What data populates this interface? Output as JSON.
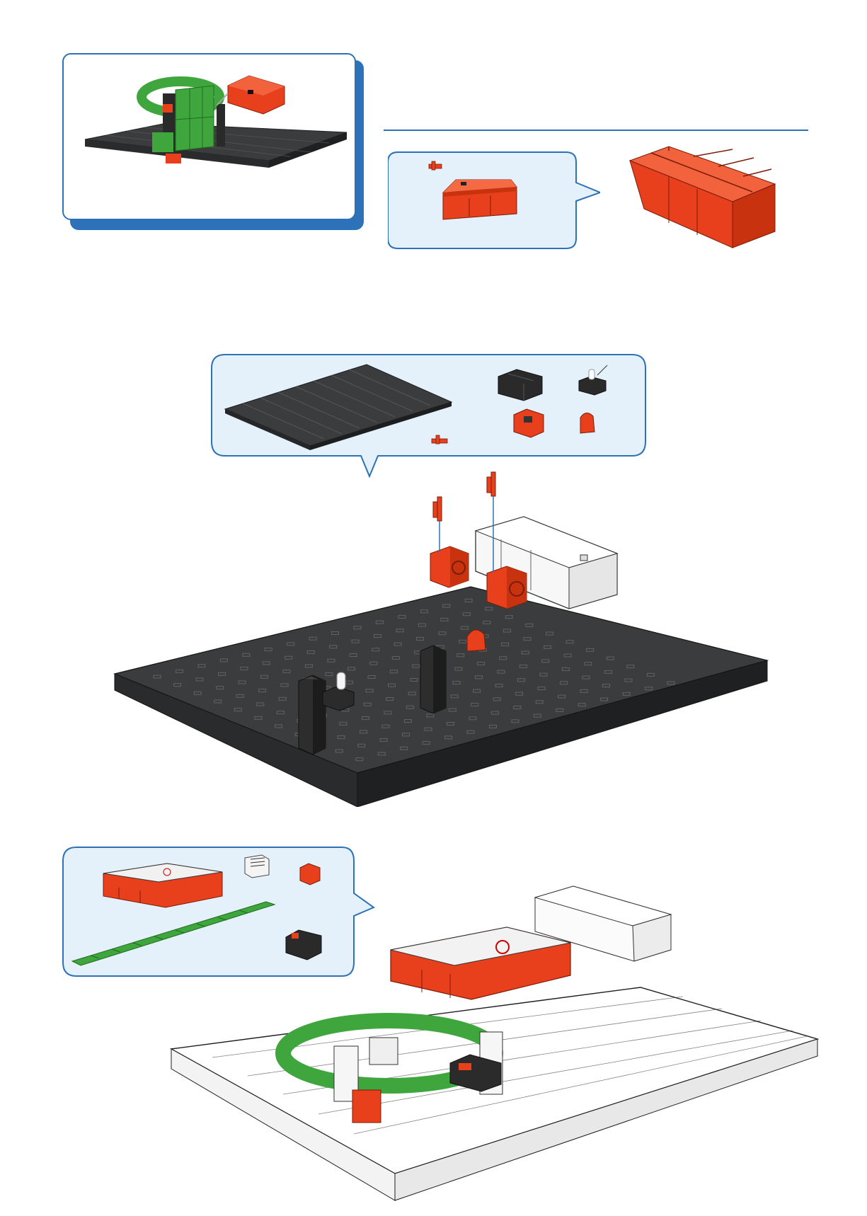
{
  "page": {
    "title": ""
  },
  "colors": {
    "accent_blue": "#2d72b8",
    "callout_fill": "#e4f1fb",
    "plate_dark": "#3b3c3e",
    "part_red": "#e8401c",
    "part_green": "#3ea63c",
    "part_black": "#2a2a2a"
  },
  "steps": [
    {
      "id": "model-preview",
      "parts": [
        "baseplate",
        "chain-links",
        "motor",
        "blocks"
      ]
    },
    {
      "id": "step-1",
      "parts": [
        "motor-red-sub",
        "motor-block-red"
      ]
    },
    {
      "id": "step-2",
      "parts": [
        "baseplate",
        "building-block-black",
        "pushbutton-lamp",
        "building-block-red",
        "angle-block-red",
        "connector-red"
      ]
    },
    {
      "id": "step-3",
      "parts": [
        "controller",
        "light-sensor",
        "angle-block-red",
        "chain-track-green",
        "mini-switch"
      ]
    }
  ]
}
